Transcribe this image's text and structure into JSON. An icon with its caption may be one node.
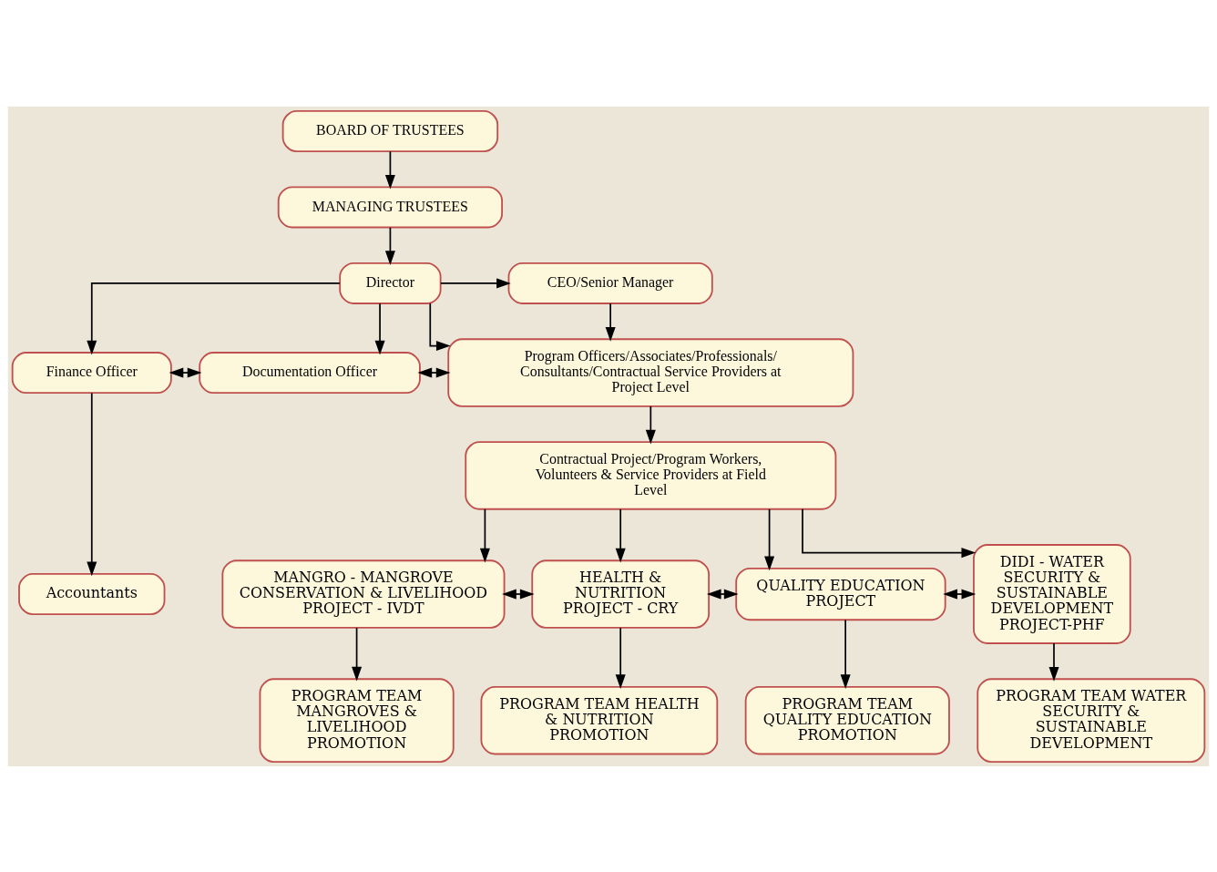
{
  "diagram": {
    "nodes": [
      {
        "text": [
          "BOARD OF TRUSTEES"
        ]
      },
      {
        "text": [
          "MANAGING TRUSTEES"
        ]
      },
      {
        "text": [
          "Director"
        ]
      },
      {
        "text": [
          "CEO/Senior Manager"
        ]
      },
      {
        "text": [
          "Finance Officer"
        ]
      },
      {
        "text": [
          "Documentation Officer"
        ]
      },
      {
        "text": [
          "Program Officers/Associates/Professionals/ Consultants/Contractual Service Providers at Project Level"
        ]
      },
      {
        "text": [
          "Contractual Project/Program Workers, Volunteers & Service Providers at Field Level"
        ]
      },
      {
        "text": [
          "MANGRO - MANGROVE CONSERVATION & LIVELIHOOD PROJECT - IVDT"
        ]
      },
      {
        "text": [
          "HEALTH & NUTRITION PROJECT - CRY"
        ]
      },
      {
        "text": [
          "QUALITY EDUCATION PROJECT"
        ]
      },
      {
        "text": [
          "DIDI - WATER SECURITY & SUSTAINABLE DEVELOPMENT PROJECT-PHF"
        ]
      },
      {
        "text": [
          "Accountants"
        ]
      },
      {
        "text": [
          "PROGRAM TEAM MANGROVES & LIVELIHOOD PROMOTION"
        ]
      },
      {
        "text": [
          "PROGRAM TEAM HEALTH & NUTRITION PROMOTION"
        ]
      },
      {
        "text": [
          "PROGRAM TEAM QUALITY EDUCATION PROMOTION"
        ]
      },
      {
        "text": [
          "PROGRAM TEAM WATER SECURITY & SUSTAINABLE DEVELOPMENT"
        ]
      }
    ],
    "edges": [
      {
        "from": 0,
        "to": 1,
        "arrow": "to"
      },
      {
        "from": 1,
        "to": 2,
        "arrow": "to"
      },
      {
        "from": 2,
        "to": 3,
        "arrow": "to"
      },
      {
        "from": 2,
        "to": 4,
        "arrow": "to"
      },
      {
        "from": 2,
        "to": 5,
        "arrow": "to"
      },
      {
        "from": 2,
        "to": 6,
        "arrow": "to"
      },
      {
        "from": 3,
        "to": 6,
        "arrow": "to"
      },
      {
        "from": 4,
        "to": 5,
        "arrow": "both"
      },
      {
        "from": 5,
        "to": 6,
        "arrow": "both"
      },
      {
        "from": 6,
        "to": 7,
        "arrow": "to"
      },
      {
        "from": 7,
        "to": 8,
        "arrow": "to"
      },
      {
        "from": 7,
        "to": 9,
        "arrow": "to"
      },
      {
        "from": 7,
        "to": 10,
        "arrow": "to"
      },
      {
        "from": 7,
        "to": 11,
        "arrow": "to"
      },
      {
        "from": 4,
        "to": 12,
        "arrow": "to"
      },
      {
        "from": 8,
        "to": 9,
        "arrow": "both"
      },
      {
        "from": 9,
        "to": 10,
        "arrow": "both"
      },
      {
        "from": 10,
        "to": 11,
        "arrow": "both"
      },
      {
        "from": 8,
        "to": 13,
        "arrow": "to"
      },
      {
        "from": 9,
        "to": 14,
        "arrow": "to"
      },
      {
        "from": 10,
        "to": 15,
        "arrow": "to"
      },
      {
        "from": 11,
        "to": 16,
        "arrow": "to"
      }
    ]
  }
}
